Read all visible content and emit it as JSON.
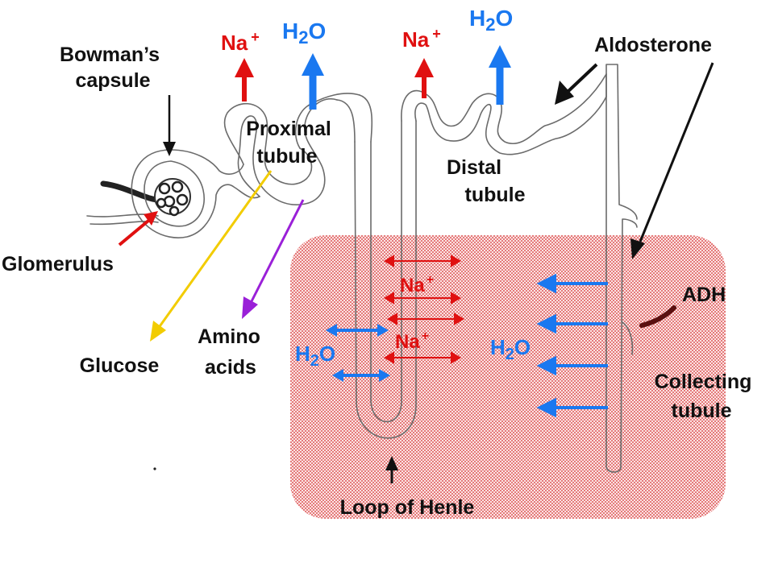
{
  "labels": {
    "bowmans_line1": "Bowman’s",
    "bowmans_line2": "capsule",
    "glomerulus": "Glomerulus",
    "proximal_line1": "Proximal",
    "proximal_line2": "tubule",
    "distal_line1": "Distal",
    "distal_line2": "tubule",
    "aldosterone": "Aldosterone",
    "adh": "ADH",
    "collecting_line1": "Collecting",
    "collecting_line2": "tubule",
    "loop_of_henle": "Loop of Henle",
    "glucose": "Glucose",
    "amino_line1": "Amino",
    "amino_line2": "acids"
  },
  "ions": {
    "na_plus": "Na",
    "plus": "+",
    "h2o_h": "H",
    "h2o_sub": "2",
    "h2o_o": "O",
    "na_mid_upper": "Na",
    "na_mid_lower": "Na",
    "mid_plus": "+"
  },
  "colors": {
    "sodium": "#e01010",
    "water": "#1a78f0",
    "glucose_arrow": "#f2cc00",
    "amino_arrow": "#9a20d8",
    "medulla": "#f2a8a8",
    "adh_arrow": "#5a1010",
    "label": "#111111"
  }
}
